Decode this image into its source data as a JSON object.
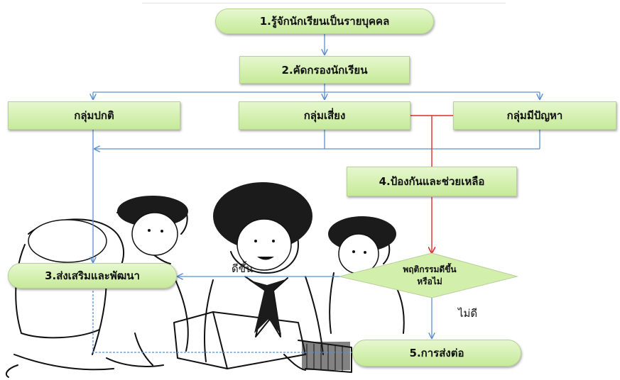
{
  "nodes": {
    "step1": "1.รู้จักนักเรียนเป็นรายบุคคล",
    "step2": "2.คัดกรองนักเรียน",
    "group_normal": "กลุ่มปกติ",
    "group_risk": "กลุ่มเสี่ยง",
    "group_problem": "กลุ่มมีปัญหา",
    "step4": "4.ป้องกันและช่วยเหลือ",
    "step3": "3.ส่งเสริมและพัฒนา",
    "decision_line1": "พฤติกรรมดีขึ้น",
    "decision_line2": "หรือไม่",
    "step5": "5.การส่งต่อ"
  },
  "edge_labels": {
    "better": "ดีขึ้น",
    "not_good": "ไม่ดี"
  },
  "colors": {
    "node_fill_top": "#e6f7cf",
    "node_fill_bottom": "#c6ea98",
    "connector_blue": "#5b8fd1",
    "connector_red": "#e02a2a"
  },
  "illustration": "line-drawing of a teacher reading a book with three students"
}
